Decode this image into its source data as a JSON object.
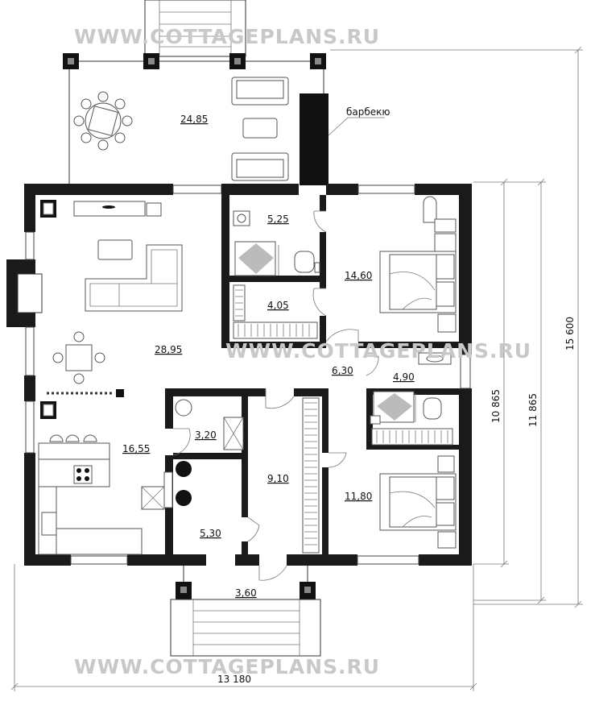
{
  "watermark": "WWW.COTTAGEPLANS.RU",
  "rooms": [
    {
      "id": "terrace",
      "area": "24,85"
    },
    {
      "id": "bathroom-top",
      "area": "5,25"
    },
    {
      "id": "bedroom-top",
      "area": "14,60"
    },
    {
      "id": "closet-top",
      "area": "4,05"
    },
    {
      "id": "living",
      "area": "28,95"
    },
    {
      "id": "corridor",
      "area": "6,30"
    },
    {
      "id": "bathroom-right",
      "area": "4,90"
    },
    {
      "id": "kitchen",
      "area": "16,55"
    },
    {
      "id": "storage",
      "area": "3,20"
    },
    {
      "id": "hall",
      "area": "9,10"
    },
    {
      "id": "bedroom-bottom",
      "area": "11,80"
    },
    {
      "id": "boiler",
      "area": "5,30"
    },
    {
      "id": "porch",
      "area": "3,60"
    }
  ],
  "annotations": {
    "bbq": "барбекю"
  },
  "dimensions": {
    "total_width": "13 180",
    "total_height": "15 600",
    "inner_height_a": "10 865",
    "inner_height_b": "11 865"
  }
}
